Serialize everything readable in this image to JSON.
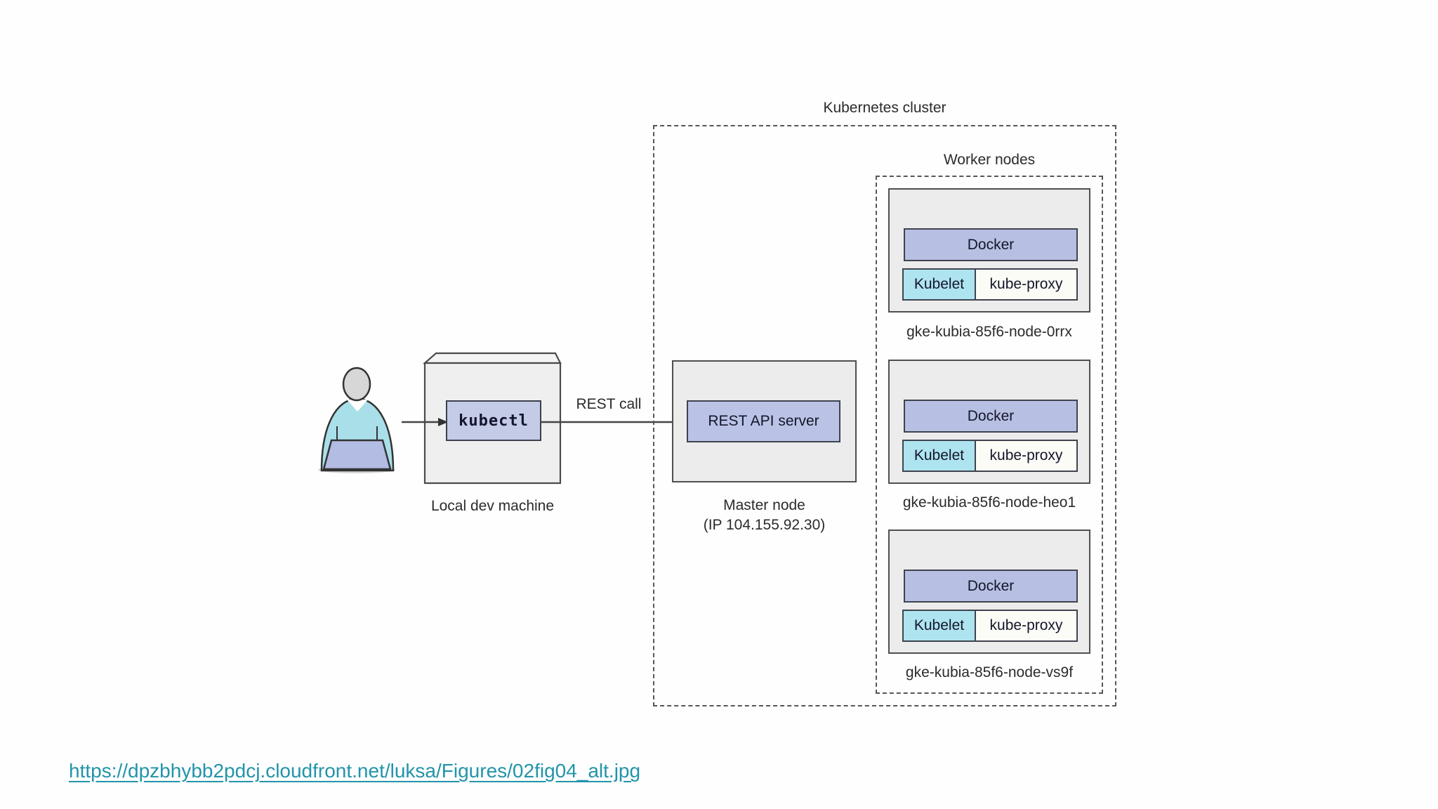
{
  "figure": {
    "cluster_label": "Kubernetes cluster",
    "worker_nodes_label": "Worker nodes",
    "rest_call_label": "REST call",
    "local_machine": {
      "component": "kubectl",
      "label": "Local dev machine"
    },
    "master_node": {
      "component": "REST API server",
      "label": "Master node",
      "sublabel": "(IP 104.155.92.30)"
    },
    "worker_nodes": [
      {
        "docker": "Docker",
        "kubelet": "Kubelet",
        "kube_proxy": "kube-proxy",
        "name": "gke-kubia-85f6-node-0rrx"
      },
      {
        "docker": "Docker",
        "kubelet": "Kubelet",
        "kube_proxy": "kube-proxy",
        "name": "gke-kubia-85f6-node-heo1"
      },
      {
        "docker": "Docker",
        "kubelet": "Kubelet",
        "kube_proxy": "kube-proxy",
        "name": "gke-kubia-85f6-node-vs9f"
      }
    ]
  },
  "footer": {
    "source_link": "https://dpzbhybb2pdcj.cloudfront.net/luksa/Figures/02fig04_alt.jpg"
  },
  "colors": {
    "component_purple": "#bac3e5",
    "kubectl_purple": "#c4cbe7",
    "kubelet_cyan": "#aee4ef",
    "kube_proxy_white": "#fcfcf6",
    "node_gray": "#ececec",
    "boundary_dash_gray": "#575757",
    "link_teal": "#2294a9",
    "person_shirt_cyan": "#a9dfe9",
    "person_laptop_purple": "#b3bce3"
  }
}
